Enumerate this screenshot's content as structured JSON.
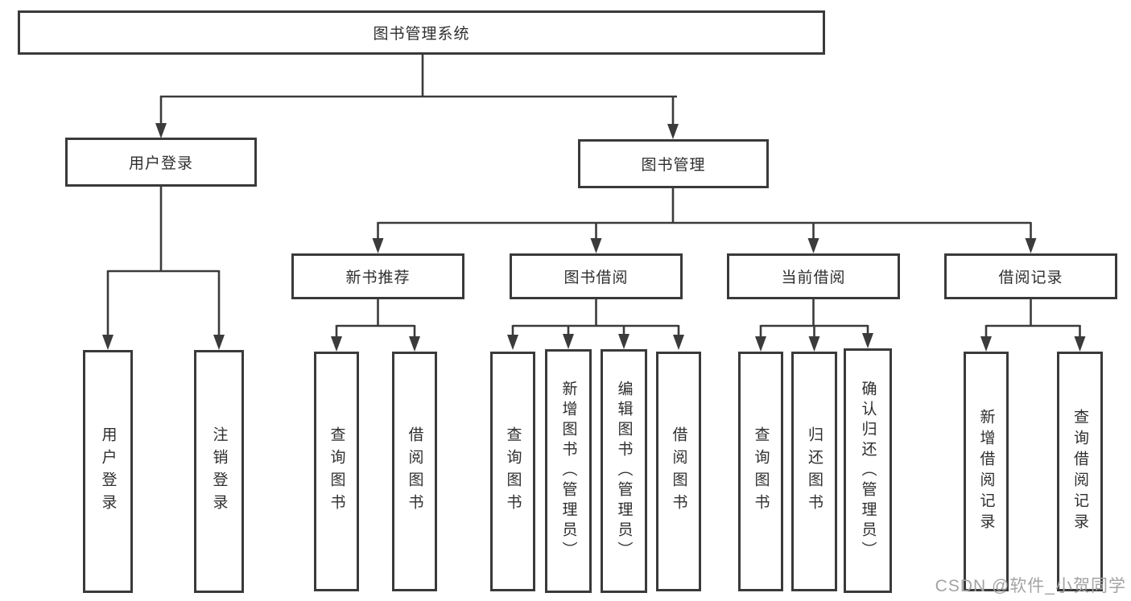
{
  "diagram": {
    "watermark": "CSDN @软件_小贺同学",
    "colors": {
      "line": "#3b3b3b",
      "text": "#2f2f2f",
      "background": "#ffffff",
      "watermark": "#a3a3a3"
    },
    "nodes": {
      "root": {
        "label": "图书管理系统"
      },
      "user_login": {
        "label": "用户登录"
      },
      "book_mgmt": {
        "label": "图书管理"
      },
      "new_book_rec": {
        "label": "新书推荐"
      },
      "book_borrow": {
        "label": "图书借阅"
      },
      "current_borrow": {
        "label": "当前借阅"
      },
      "borrow_records": {
        "label": "借阅记录"
      },
      "leaf_user_login": {
        "label": "用户登录"
      },
      "leaf_logout": {
        "label": "注销登录"
      },
      "rec_query_book": {
        "label": "查询图书"
      },
      "rec_borrow_book": {
        "label": "借阅图书"
      },
      "bb_query_book": {
        "label": "查询图书"
      },
      "bb_add_book": {
        "label": "新增图书（管理员）"
      },
      "bb_edit_book": {
        "label": "编辑图书（管理员）"
      },
      "bb_borrow_book": {
        "label": "借阅图书"
      },
      "cb_query_book": {
        "label": "查询图书"
      },
      "cb_return_book": {
        "label": "归还图书"
      },
      "cb_confirm_return": {
        "label": "确认归还（管理员）"
      },
      "br_add_record": {
        "label": "新增借阅记录"
      },
      "br_query_record": {
        "label": "查询借阅记录"
      }
    }
  }
}
